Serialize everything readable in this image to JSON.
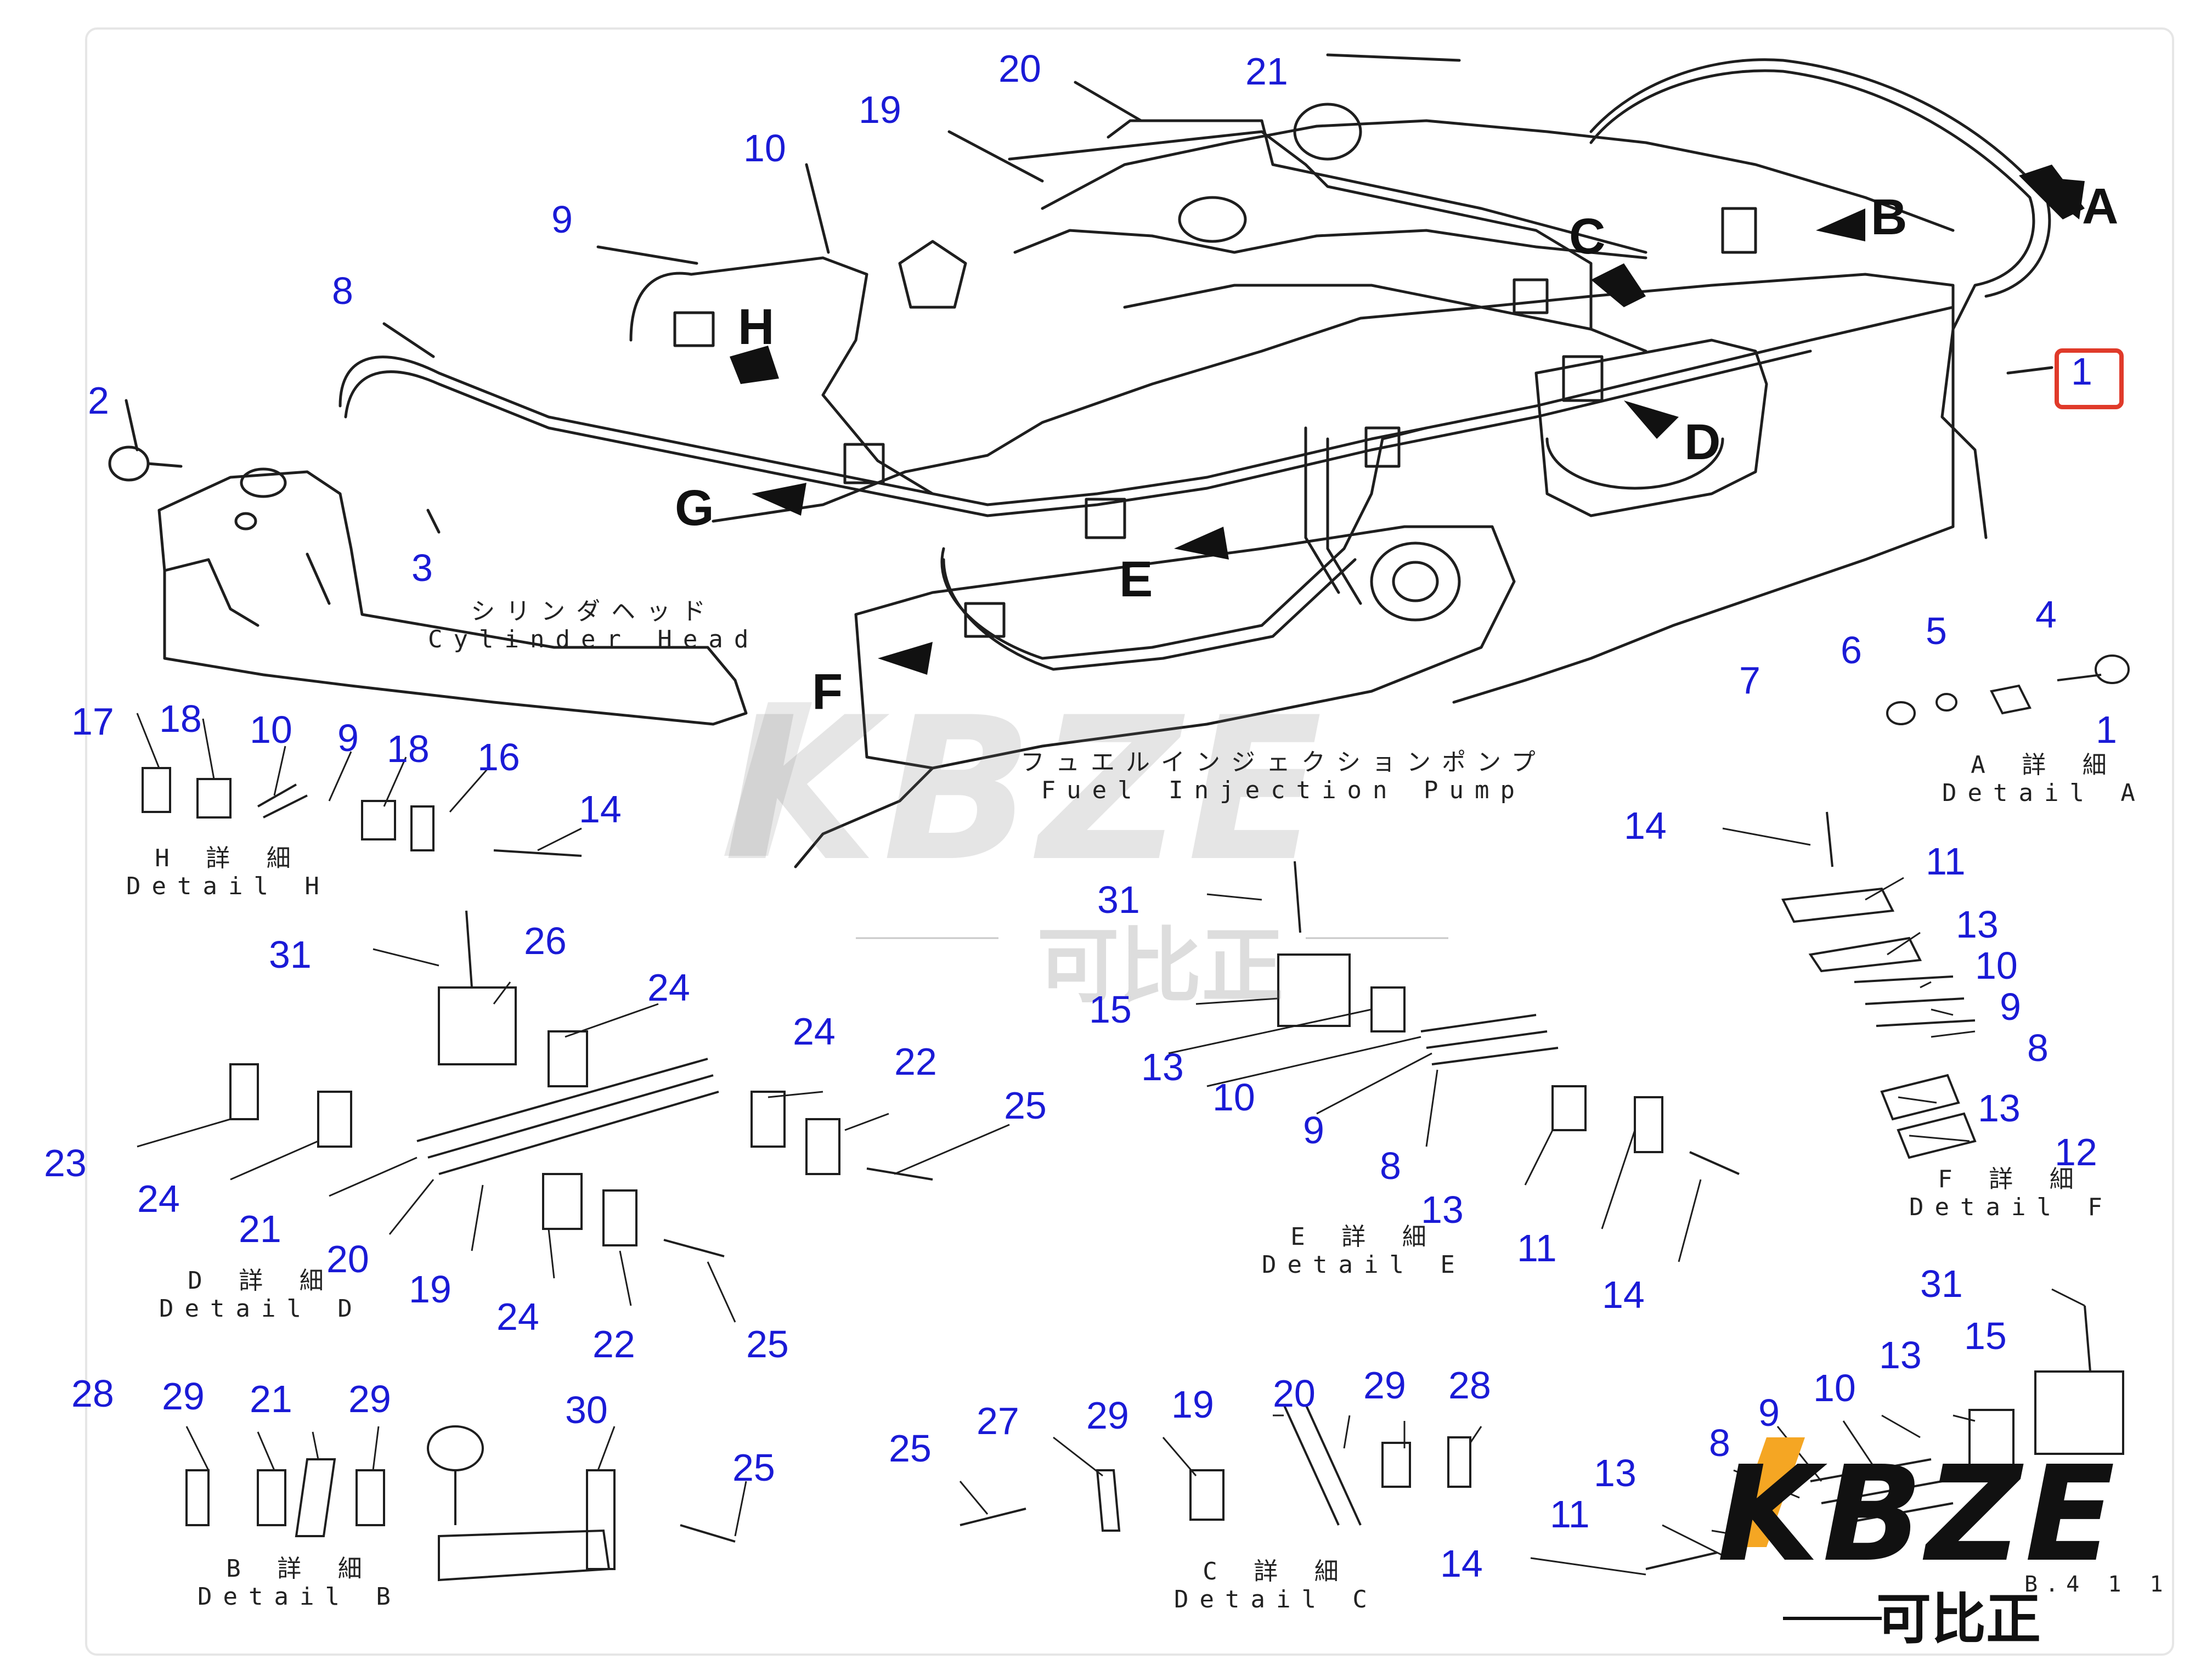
{
  "diagram": {
    "callouts": {
      "n1": "1",
      "n2": "2",
      "n3": "3",
      "n8": "8",
      "n9": "9",
      "n10": "10",
      "n19": "19",
      "n20": "20",
      "n21": "21",
      "dA_4": "4",
      "dA_5": "5",
      "dA_6": "6",
      "dA_7": "7",
      "dA_1": "1",
      "dH_17": "17",
      "dH_18a": "18",
      "dH_10": "10",
      "dH_9": "9",
      "dH_18b": "18",
      "dH_16": "16",
      "dH_14": "14",
      "dF_14": "14",
      "dF_11": "11",
      "dF_13a": "13",
      "dF_10": "10",
      "dF_9": "9",
      "dF_8": "8",
      "dF_13b": "13",
      "dF_12": "12",
      "dE_31": "31",
      "dE_15": "15",
      "dE_13a": "13",
      "dE_10": "10",
      "dE_9": "9",
      "dE_8": "8",
      "dE_13b": "13",
      "dE_11": "11",
      "dE_14": "14",
      "dD_31": "31",
      "dD_26": "26",
      "dD_24a": "24",
      "dD_23": "23",
      "dD_24b": "24",
      "dD_21": "21",
      "dD_20": "20",
      "dD_19": "19",
      "dD_24c": "24",
      "dD_24d": "24",
      "dD_22a": "22",
      "dD_22b": "22",
      "dD_25a": "25",
      "dD_25b": "25",
      "dB_28": "28",
      "dB_29a": "29",
      "dB_21": "21",
      "dB_29b": "29",
      "dB_30": "30",
      "dB_25": "25",
      "dC_25": "25",
      "dC_27": "27",
      "dC_29a": "29",
      "dC_19": "19",
      "dC_20": "20",
      "dC_29b": "29",
      "dC_28": "28",
      "dG_31": "31",
      "dG_15": "15",
      "dG_13a": "13",
      "dG_10": "10",
      "dG_9": "9",
      "dG_8": "8",
      "dG_13b": "13",
      "dG_11": "11",
      "dG_14": "14"
    },
    "view_arrows": {
      "A": "A",
      "B": "B",
      "C": "C",
      "D": "D",
      "E": "E",
      "F": "F",
      "G": "G",
      "H": "H"
    },
    "captions": {
      "cyl_jp": "シリンダヘッド",
      "cyl_en": "Cylinder Head",
      "fip_jp": "フュエルインジェクションポンプ",
      "fip_en": "Fuel Injection Pump",
      "detA_jp": "A 詳 細",
      "detA_en": "Detail A",
      "detH_jp": "H 詳 細",
      "detH_en": "Detail H",
      "detF_jp": "F 詳 細",
      "detF_en": "Detail F",
      "detE_jp": "E 詳 細",
      "detE_en": "Detail E",
      "detD_jp": "D 詳 細",
      "detD_en": "Detail D",
      "detB_jp": "B 詳 細",
      "detB_en": "Detail B",
      "detC_jp": "C 詳 細",
      "detC_en": "Detail C"
    },
    "page_code": "B.4 1 1",
    "watermark": {
      "brand": "KBZE",
      "chinese": "可比正"
    },
    "colors": {
      "callout": "#1a1ad6",
      "highlight": "#e03a2a",
      "logo_accent": "#f5a623"
    }
  }
}
